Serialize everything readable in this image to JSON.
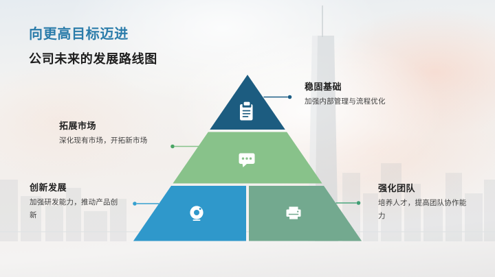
{
  "slide": {
    "title": "向更高目标迈进",
    "subtitle": "公司未来的发展路线图",
    "title_color": "#2b7caa",
    "subtitle_color": "#1d1d1d"
  },
  "pyramid": {
    "tiers": [
      {
        "color": "#1c5c80",
        "icon": "clipboard-icon"
      },
      {
        "color": "#88c28a",
        "icon": "chat-dots-icon"
      },
      {
        "color": "#2f98cb",
        "icon": "webcam-icon"
      },
      {
        "color": "#73a98f",
        "icon": "printer-icon"
      }
    ]
  },
  "callouts": [
    {
      "title": "稳固基础",
      "desc": "加强内部管理与流程优化",
      "side": "right",
      "line_color": "#1d5e86",
      "dot_color": "#1d5e86"
    },
    {
      "title": "拓展市场",
      "desc": "深化现有市场，开拓新市场",
      "side": "left",
      "line_color": "#85c38a",
      "dot_color": "#49a564"
    },
    {
      "title": "创新发展",
      "desc": "加强研发能力，推动产品创新",
      "side": "left",
      "line_color": "#35a0cf",
      "dot_color": "#35a0cf"
    },
    {
      "title": "强化团队",
      "desc": "培养人才，提高团队协作能力",
      "side": "right",
      "line_color": "#4aa57d",
      "dot_color": "#3f9e74"
    }
  ]
}
